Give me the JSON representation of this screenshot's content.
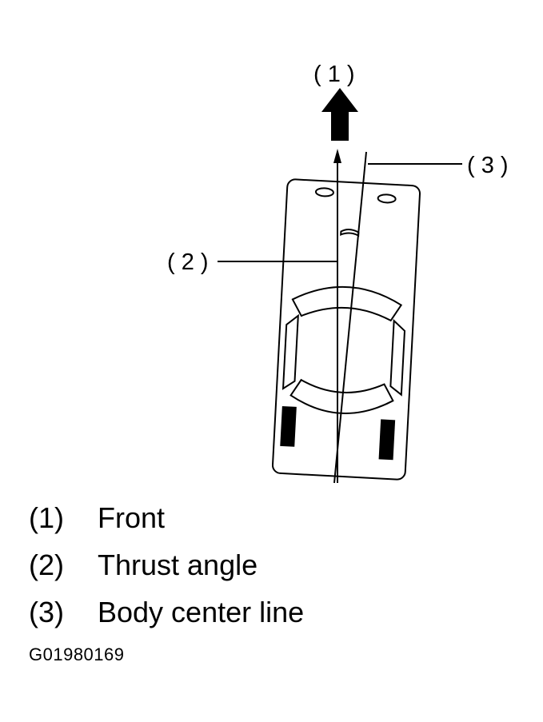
{
  "diagram": {
    "callouts": {
      "front": "( 1 )",
      "thrust": "( 2 )",
      "body": "( 3 )"
    }
  },
  "legend": [
    {
      "num": "(1)",
      "text": "Front"
    },
    {
      "num": "(2)",
      "text": "Thrust angle"
    },
    {
      "num": "(3)",
      "text": "Body center line"
    }
  ],
  "figure_id": "G01980169",
  "colors": {
    "ink": "#000000",
    "paper": "#ffffff"
  }
}
